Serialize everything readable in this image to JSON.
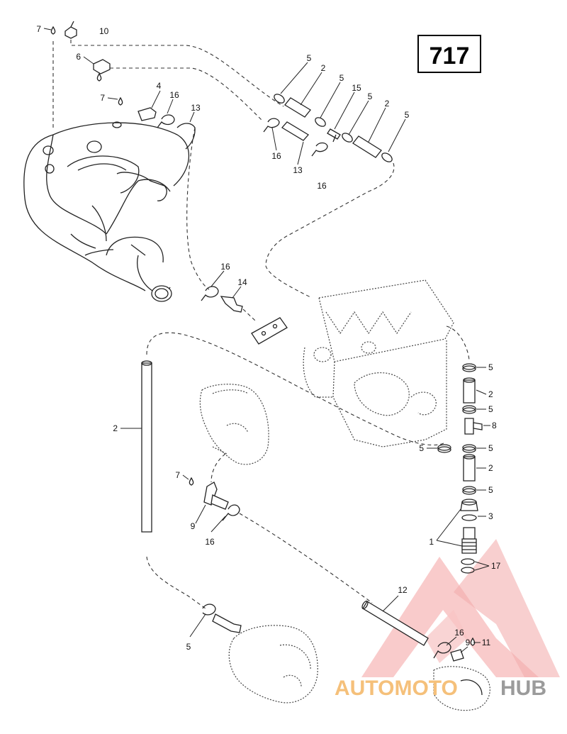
{
  "diagram": {
    "page_number": "717",
    "callouts": [
      {
        "id": "c7a",
        "text": "7"
      },
      {
        "id": "c10",
        "text": "10"
      },
      {
        "id": "c6",
        "text": "6"
      },
      {
        "id": "c7b",
        "text": "7"
      },
      {
        "id": "c4",
        "text": "4"
      },
      {
        "id": "c16a",
        "text": "16"
      },
      {
        "id": "c13a",
        "text": "13"
      },
      {
        "id": "c5a",
        "text": "5"
      },
      {
        "id": "c2a",
        "text": "2"
      },
      {
        "id": "c5b",
        "text": "5"
      },
      {
        "id": "c15",
        "text": "15"
      },
      {
        "id": "c5c",
        "text": "5"
      },
      {
        "id": "c2b",
        "text": "2"
      },
      {
        "id": "c5d",
        "text": "5"
      },
      {
        "id": "c16b",
        "text": "16"
      },
      {
        "id": "c13b",
        "text": "13"
      },
      {
        "id": "c16c",
        "text": "16"
      },
      {
        "id": "c16d",
        "text": "16"
      },
      {
        "id": "c14",
        "text": "14"
      },
      {
        "id": "c5e",
        "text": "5"
      },
      {
        "id": "c2c",
        "text": "2"
      },
      {
        "id": "c5f",
        "text": "5"
      },
      {
        "id": "c8",
        "text": "8"
      },
      {
        "id": "c5g",
        "text": "5"
      },
      {
        "id": "c5h",
        "text": "5"
      },
      {
        "id": "c2d",
        "text": "2"
      },
      {
        "id": "c5i",
        "text": "5"
      },
      {
        "id": "c3",
        "text": "3"
      },
      {
        "id": "c1",
        "text": "1"
      },
      {
        "id": "c17",
        "text": "17"
      },
      {
        "id": "c2e",
        "text": "2"
      },
      {
        "id": "c7c",
        "text": "7"
      },
      {
        "id": "c9a",
        "text": "9"
      },
      {
        "id": "c16e",
        "text": "16"
      },
      {
        "id": "c12",
        "text": "12"
      },
      {
        "id": "c16f",
        "text": "16"
      },
      {
        "id": "c9b",
        "text": "9"
      },
      {
        "id": "c11",
        "text": "11"
      },
      {
        "id": "c5j",
        "text": "5"
      }
    ]
  },
  "watermark": {
    "text_part1": "AUTOMOTO",
    "text_part2": "HUB",
    "color_primary": "#f2a7a7",
    "color_secondary": "#f5c07a",
    "color_tertiary": "#9b9b9b"
  }
}
